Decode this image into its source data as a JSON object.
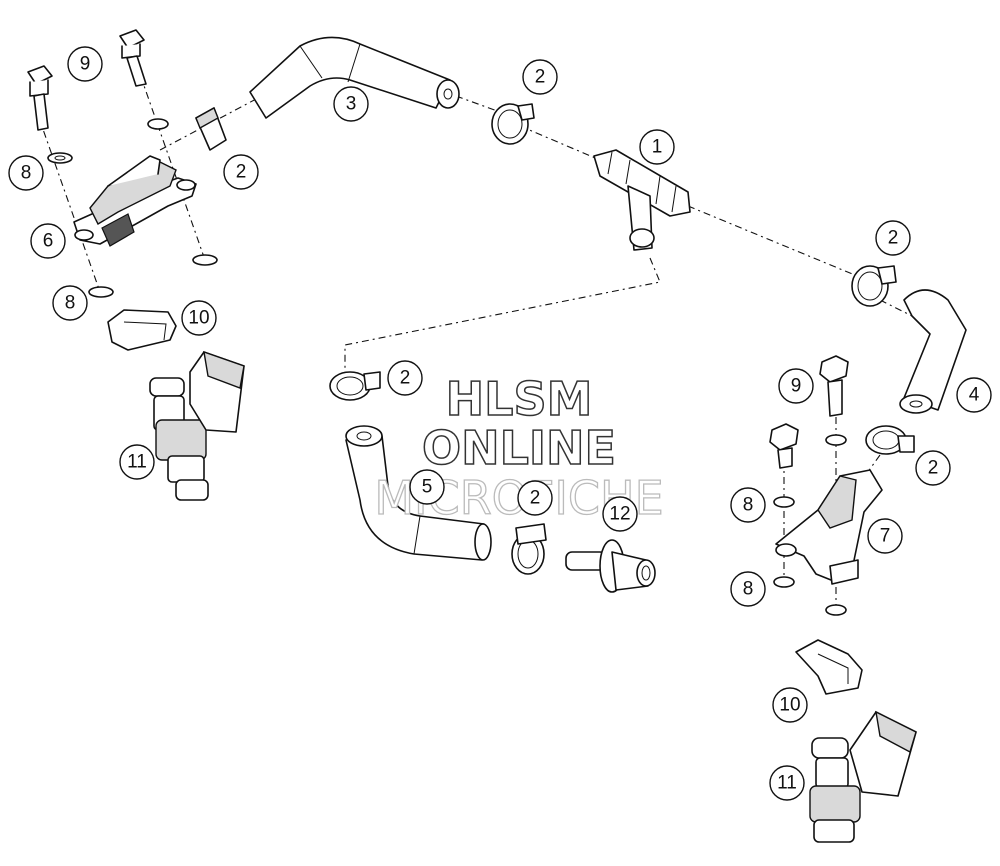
{
  "watermark": {
    "line1": "HLSM",
    "line2": "ONLINE",
    "line3": "MICROFICHE"
  },
  "callouts": [
    {
      "id": "c9a",
      "label": "9"
    },
    {
      "id": "c8a",
      "label": "8"
    },
    {
      "id": "c2a",
      "label": "2"
    },
    {
      "id": "c3",
      "label": "3"
    },
    {
      "id": "c2b",
      "label": "2"
    },
    {
      "id": "c1",
      "label": "1"
    },
    {
      "id": "c6",
      "label": "6"
    },
    {
      "id": "c8b",
      "label": "8"
    },
    {
      "id": "c10a",
      "label": "10"
    },
    {
      "id": "c2c",
      "label": "2"
    },
    {
      "id": "c2d",
      "label": "2"
    },
    {
      "id": "c11a",
      "label": "11"
    },
    {
      "id": "c5",
      "label": "5"
    },
    {
      "id": "c2e",
      "label": "2"
    },
    {
      "id": "c12",
      "label": "12"
    },
    {
      "id": "c9b",
      "label": "9"
    },
    {
      "id": "c4",
      "label": "4"
    },
    {
      "id": "c8c",
      "label": "8"
    },
    {
      "id": "c2f",
      "label": "2"
    },
    {
      "id": "c7",
      "label": "7"
    },
    {
      "id": "c8d",
      "label": "8"
    },
    {
      "id": "c10b",
      "label": "10"
    },
    {
      "id": "c11b",
      "label": "11"
    }
  ]
}
